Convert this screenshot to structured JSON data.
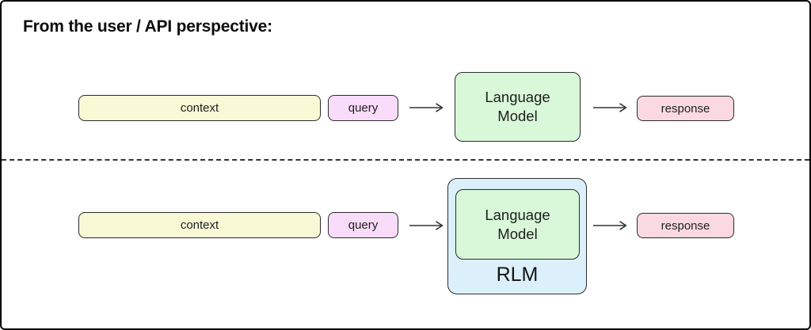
{
  "title": "From the user / API perspective:",
  "colors": {
    "context_fill": "#f9f9d6",
    "query_fill": "#f9dbfa",
    "model_fill": "#d9f7d9",
    "response_fill": "#fbd9e0",
    "rlm_fill": "#dcf0fb",
    "border": "#2b2b2b",
    "arrow": "#333333"
  },
  "top_row": {
    "context_label": "context",
    "query_label": "query",
    "model_label": "Language Model",
    "response_label": "response"
  },
  "bottom_row": {
    "context_label": "context",
    "query_label": "query",
    "model_label": "Language Model",
    "rlm_label": "RLM",
    "response_label": "response"
  }
}
